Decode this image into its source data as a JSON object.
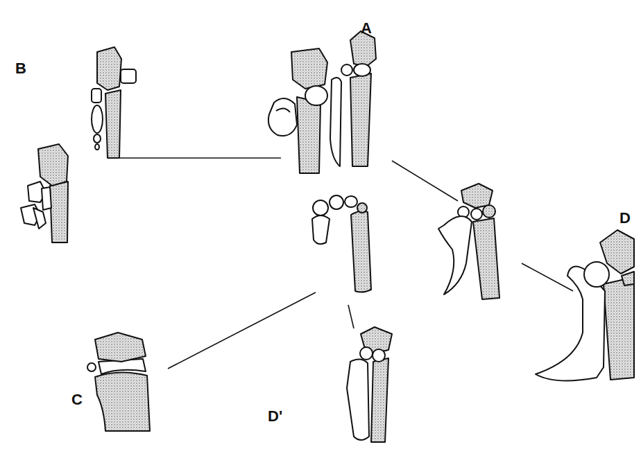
{
  "diagram": {
    "labels": [
      "A",
      "B",
      "D",
      "C",
      "D'"
    ]
  }
}
